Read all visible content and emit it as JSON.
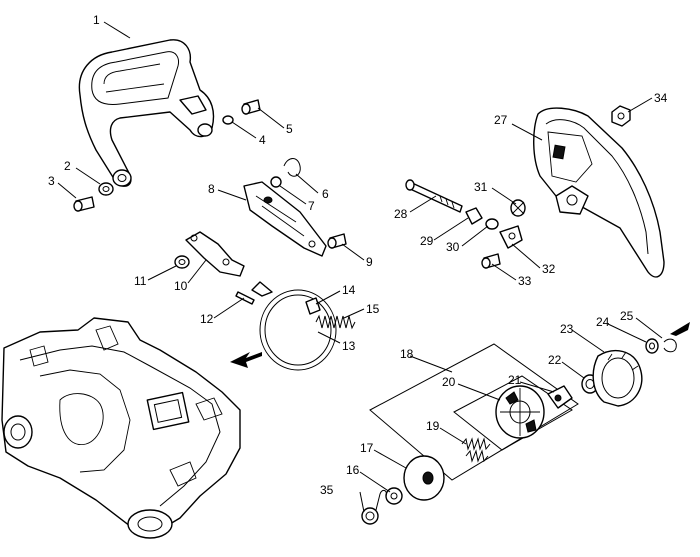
{
  "callouts": [
    {
      "id": "1",
      "text": "1"
    },
    {
      "id": "2",
      "text": "2"
    },
    {
      "id": "3",
      "text": "3"
    },
    {
      "id": "4",
      "text": "4"
    },
    {
      "id": "5",
      "text": "5"
    },
    {
      "id": "6",
      "text": "6"
    },
    {
      "id": "7",
      "text": "7"
    },
    {
      "id": "8",
      "text": "8"
    },
    {
      "id": "9",
      "text": "9"
    },
    {
      "id": "10",
      "text": "10"
    },
    {
      "id": "11",
      "text": "11"
    },
    {
      "id": "12",
      "text": "12"
    },
    {
      "id": "13",
      "text": "13"
    },
    {
      "id": "14",
      "text": "14"
    },
    {
      "id": "15",
      "text": "15"
    },
    {
      "id": "16",
      "text": "16"
    },
    {
      "id": "17",
      "text": "17"
    },
    {
      "id": "18",
      "text": "18"
    },
    {
      "id": "19",
      "text": "19"
    },
    {
      "id": "20",
      "text": "20"
    },
    {
      "id": "21",
      "text": "21"
    },
    {
      "id": "22",
      "text": "22"
    },
    {
      "id": "23",
      "text": "23"
    },
    {
      "id": "24",
      "text": "24"
    },
    {
      "id": "25",
      "text": "25"
    },
    {
      "id": "27",
      "text": "27"
    },
    {
      "id": "28",
      "text": "28"
    },
    {
      "id": "29",
      "text": "29"
    },
    {
      "id": "30",
      "text": "30"
    },
    {
      "id": "31",
      "text": "31"
    },
    {
      "id": "32",
      "text": "32"
    },
    {
      "id": "33",
      "text": "33"
    },
    {
      "id": "34",
      "text": "34"
    },
    {
      "id": "35",
      "text": "35"
    }
  ]
}
